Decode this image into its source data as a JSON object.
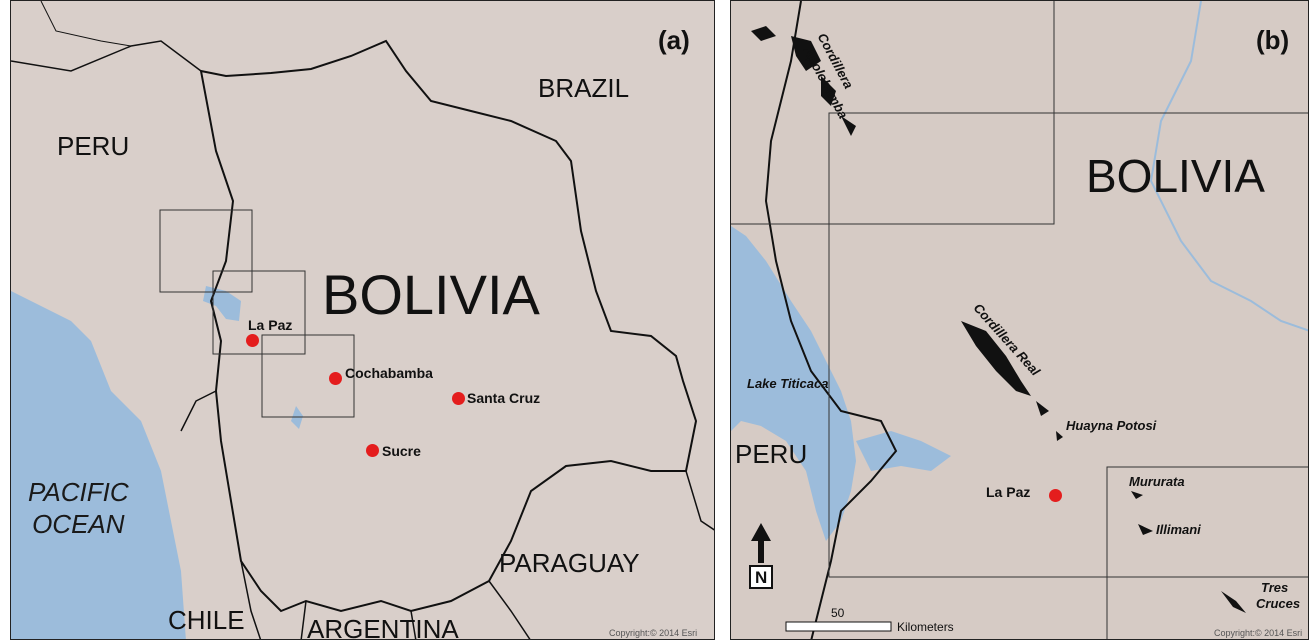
{
  "panel_a": {
    "letter": "(a)",
    "countries": {
      "peru": "PERU",
      "brazil": "BRAZIL",
      "bolivia": "BOLIVIA",
      "chile": "CHILE",
      "argentina": "ARGENTINA",
      "paraguay": "PARAGUAY"
    },
    "ocean": {
      "line1": "PACIFIC",
      "line2": "OCEAN"
    },
    "cities": {
      "la_paz": "La Paz",
      "cochabamba": "Cochabamba",
      "santa_cruz": "Santa Cruz",
      "sucre": "Sucre"
    },
    "copyright": "Copyright:© 2014 Esri"
  },
  "panel_b": {
    "letter": "(b)",
    "countries": {
      "bolivia": "BOLIVIA",
      "peru": "PERU"
    },
    "features": {
      "apolobamba_1": "Cordillera",
      "apolobamba_2": "Apolobamba",
      "real": "Cordillera Real",
      "titicaca": "Lake Titicaca",
      "huayna": "Huayna Potosi",
      "mururata": "Mururata",
      "illimani": "Illimani",
      "tres": "Tres",
      "cruces": "Cruces"
    },
    "cities": {
      "la_paz": "La Paz"
    },
    "north_arrow": "N",
    "scale": {
      "value": "50",
      "unit": "Kilometers"
    },
    "copyright": "Copyright:© 2014 Esri"
  },
  "colors": {
    "land": "#d9cfca",
    "water": "#9cbcdb",
    "city_marker": "#e41d1d",
    "boundary": "#111111"
  }
}
